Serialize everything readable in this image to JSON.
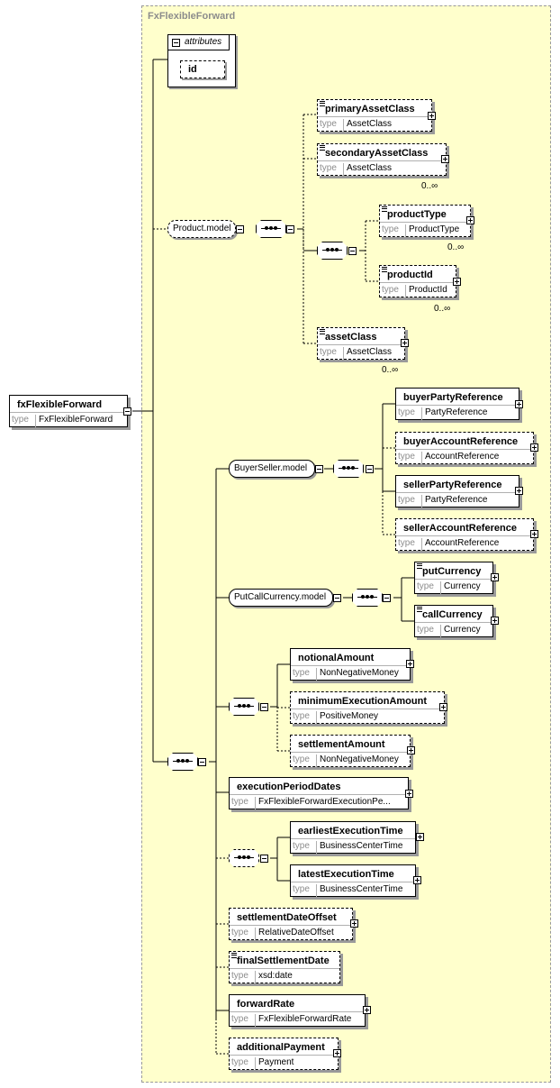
{
  "container_title": "FxFlexibleForward",
  "root": {
    "name": "fxFlexibleForward",
    "type_label": "type",
    "type": "FxFlexibleForward"
  },
  "attributes": {
    "label": "attributes",
    "items": [
      "id"
    ]
  },
  "product_model": {
    "label": "Product.model",
    "elements": [
      {
        "name": "primaryAssetClass",
        "type_label": "type",
        "type": "AssetClass"
      },
      {
        "name": "secondaryAssetClass",
        "type_label": "type",
        "type": "AssetClass",
        "cardinality": "0..∞"
      },
      {
        "name": "productType",
        "type_label": "type",
        "type": "ProductType",
        "cardinality": "0..∞"
      },
      {
        "name": "productId",
        "type_label": "type",
        "type": "ProductId",
        "cardinality": "0..∞"
      },
      {
        "name": "assetClass",
        "type_label": "type",
        "type": "AssetClass",
        "cardinality": "0..∞"
      }
    ]
  },
  "buyer_seller_model": {
    "label": "BuyerSeller.model",
    "elements": [
      {
        "name": "buyerPartyReference",
        "type_label": "type",
        "type": "PartyReference"
      },
      {
        "name": "buyerAccountReference",
        "type_label": "type",
        "type": "AccountReference"
      },
      {
        "name": "sellerPartyReference",
        "type_label": "type",
        "type": "PartyReference"
      },
      {
        "name": "sellerAccountReference",
        "type_label": "type",
        "type": "AccountReference"
      }
    ]
  },
  "put_call_currency_model": {
    "label": "PutCallCurrency.model",
    "elements": [
      {
        "name": "putCurrency",
        "type_label": "type",
        "type": "Currency"
      },
      {
        "name": "callCurrency",
        "type_label": "type",
        "type": "Currency"
      }
    ]
  },
  "amounts": [
    {
      "name": "notionalAmount",
      "type_label": "type",
      "type": "NonNegativeMoney"
    },
    {
      "name": "minimumExecutionAmount",
      "type_label": "type",
      "type": "PositiveMoney"
    },
    {
      "name": "settlementAmount",
      "type_label": "type",
      "type": "NonNegativeMoney"
    }
  ],
  "execution_period_dates": {
    "name": "executionPeriodDates",
    "type_label": "type",
    "type": "FxFlexibleForwardExecutionPe..."
  },
  "times": [
    {
      "name": "earliestExecutionTime",
      "type_label": "type",
      "type": "BusinessCenterTime"
    },
    {
      "name": "latestExecutionTime",
      "type_label": "type",
      "type": "BusinessCenterTime"
    }
  ],
  "tail": [
    {
      "name": "settlementDateOffset",
      "type_label": "type",
      "type": "RelativeDateOffset"
    },
    {
      "name": "finalSettlementDate",
      "type_label": "type",
      "type": "xsd:date"
    },
    {
      "name": "forwardRate",
      "type_label": "type",
      "type": "FxFlexibleForwardRate"
    },
    {
      "name": "additionalPayment",
      "type_label": "type",
      "type": "Payment"
    }
  ]
}
